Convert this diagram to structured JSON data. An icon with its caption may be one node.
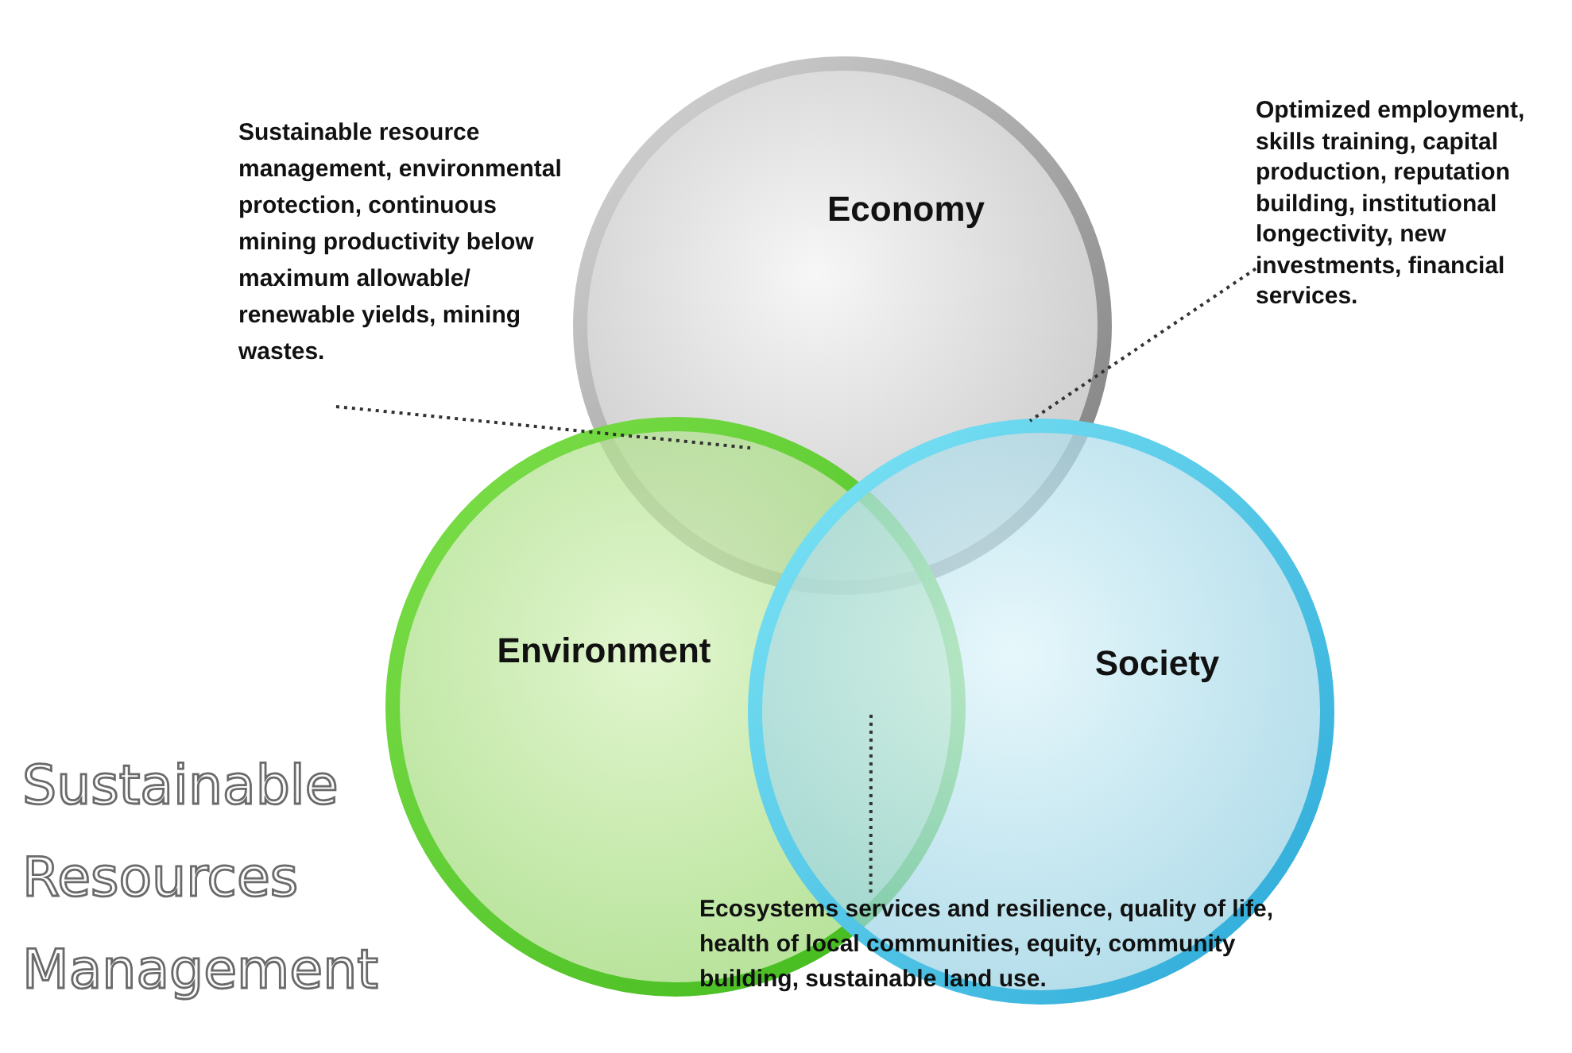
{
  "diagram": {
    "title": "Sustainable Resources Management",
    "nodes": [
      {
        "text": [
          "Economy"
        ]
      },
      {
        "text": [
          "Environment"
        ]
      },
      {
        "text": [
          "Society"
        ]
      },
      {
        "text": [
          "Sustainable resource management, environmental protection, continuous mining productivity below maximum allowable/ renewable yields, mining wastes."
        ]
      },
      {
        "text": [
          "Optimized employment, skills training, capital production, reputation building, institutional longectivity, new investments, financial services."
        ]
      },
      {
        "text": [
          "Ecosystems services and resilience, quality of life, health of local communities, equity, community building, sustainable land use."
        ]
      }
    ],
    "edges": [
      {
        "from": 3,
        "to": 0,
        "arrow": "none",
        "style": "dashed"
      },
      {
        "from": 4,
        "to": 0,
        "arrow": "none",
        "style": "dashed"
      },
      {
        "from": 5,
        "to": 1,
        "arrow": "none",
        "style": "dashed"
      }
    ]
  }
}
